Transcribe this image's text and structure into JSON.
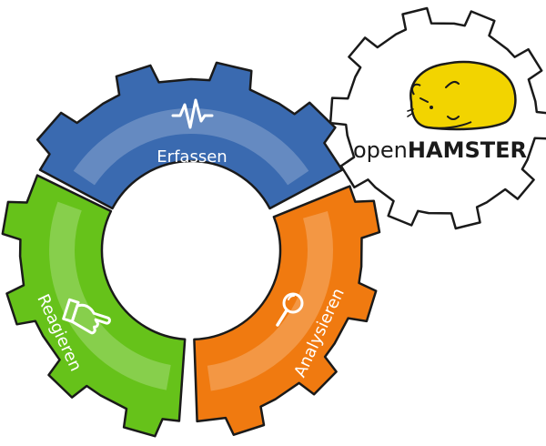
{
  "diagram": {
    "segments": [
      {
        "label": "Erfassen",
        "color": "#3a6ab0",
        "icon": "pulse-icon"
      },
      {
        "label": "Analysieren",
        "color": "#f07a10",
        "icon": "magnifier-icon"
      },
      {
        "label": "Reagieren",
        "color": "#66c21a",
        "icon": "pointing-hand-icon"
      }
    ]
  },
  "brand": {
    "prefix": "open",
    "name": "HAMSTER",
    "logo": "hamster-icon",
    "colors": {
      "hamster": "#f2d400",
      "gear_fill": "#ffffff",
      "outline": "#1a1a1a"
    }
  }
}
